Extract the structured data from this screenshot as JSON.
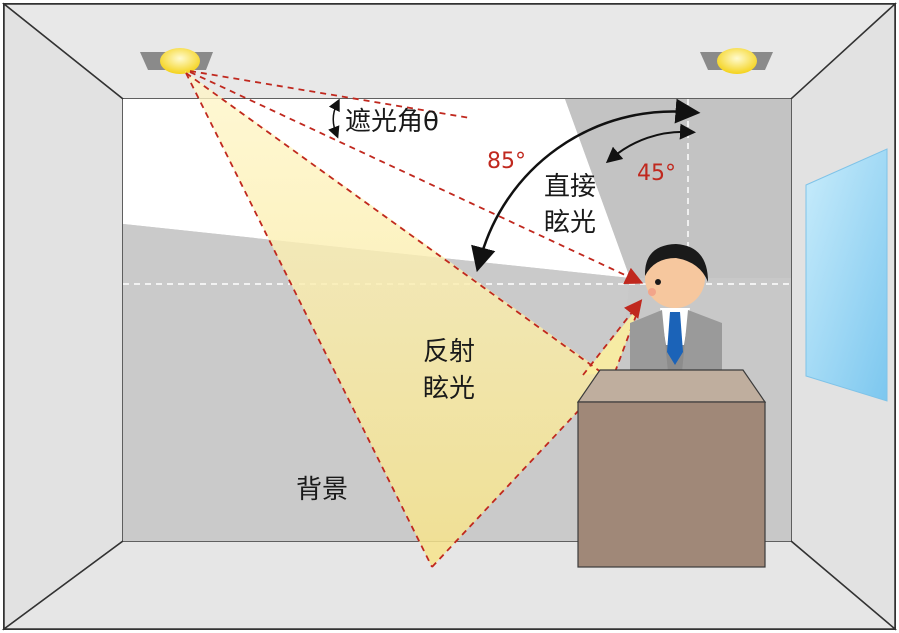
{
  "labels": {
    "cutoff_angle": "遮光角θ",
    "angle_85": "85°",
    "angle_45": "45°",
    "direct_glare_line1": "直接",
    "direct_glare_line2": "眩光",
    "reflected_glare_line1": "反射",
    "reflected_glare_line2": "眩光",
    "background": "背景"
  },
  "colors": {
    "room_wall": "#e6e6e6",
    "back_wall_lit": "#ffffff",
    "back_wall_shadow": "#c9c9c9",
    "light_beam": "#fbeea0",
    "dashed_ray": "#c0281e",
    "desk": "#a08878",
    "window": "#a6daf6",
    "lamp": "#fbe84a",
    "suit": "#8a8a8a",
    "tie": "#1b63b8"
  }
}
